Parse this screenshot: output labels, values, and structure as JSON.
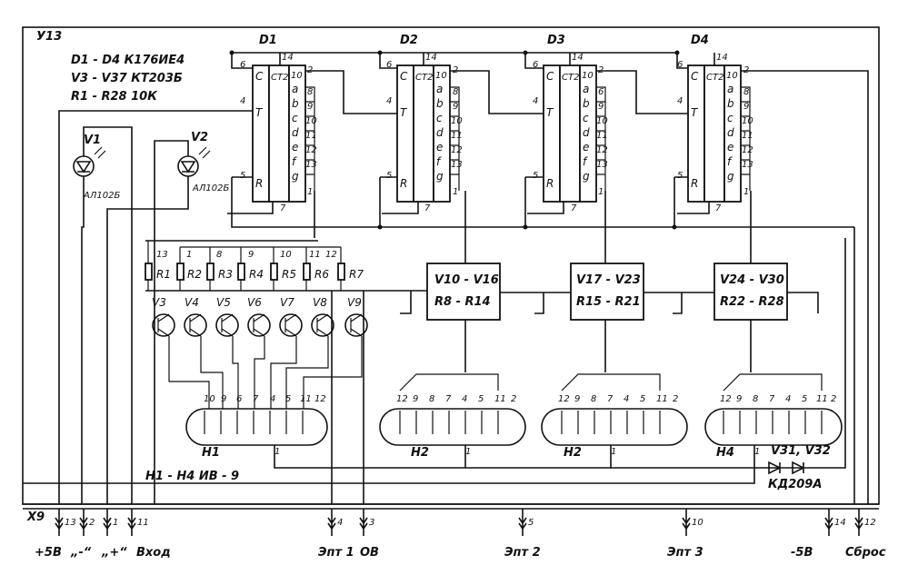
{
  "board": {
    "ref": "У13",
    "connector": "X9"
  },
  "legend": {
    "line1": "D1 - D4   К176ИЕ4",
    "line2": "V3 - V37   КТ203Б",
    "line3": "R1 - R28   10К"
  },
  "counters": [
    {
      "ref": "D1",
      "left_pins": [
        "6",
        "4",
        "5"
      ],
      "left_labels": [
        "C",
        "T",
        "R"
      ],
      "mid": "CT2",
      "top_pins": [
        "14",
        "2"
      ],
      "bottom_pin": "7",
      "out_pins": [
        "10",
        "8",
        "9",
        "10",
        "11",
        "12",
        "13",
        "1"
      ],
      "segs": [
        "a",
        "b",
        "c",
        "d",
        "e",
        "f",
        "g"
      ]
    },
    {
      "ref": "D2",
      "left_pins": [
        "6",
        "4",
        "5"
      ],
      "left_labels": [
        "C",
        "T",
        "R"
      ],
      "mid": "CT2",
      "top_pins": [
        "14",
        "2"
      ],
      "bottom_pin": "7",
      "out_pins": [
        "10",
        "8",
        "9",
        "10",
        "11",
        "12",
        "13",
        "1"
      ],
      "segs": [
        "a",
        "b",
        "c",
        "d",
        "e",
        "f",
        "g"
      ]
    },
    {
      "ref": "D3",
      "left_pins": [
        "6",
        "4",
        "5"
      ],
      "left_labels": [
        "C",
        "T",
        "R"
      ],
      "mid": "CT2",
      "top_pins": [
        "14",
        "2"
      ],
      "bottom_pin": "7",
      "out_pins": [
        "10",
        "6",
        "9",
        "10",
        "11",
        "12",
        "13",
        "1"
      ],
      "segs": [
        "a",
        "b",
        "c",
        "d",
        "e",
        "f",
        "g"
      ]
    },
    {
      "ref": "D4",
      "left_pins": [
        "6",
        "4",
        "5"
      ],
      "left_labels": [
        "C",
        "T",
        "R"
      ],
      "mid": "CT2",
      "top_pins": [
        "14",
        "2"
      ],
      "bottom_pin": "7",
      "out_pins": [
        "10",
        "8",
        "9",
        "10",
        "11",
        "12",
        "13",
        "1"
      ],
      "segs": [
        "a",
        "b",
        "c",
        "d",
        "e",
        "f",
        "g"
      ]
    }
  ],
  "leds": [
    {
      "ref": "V1",
      "type": "АЛ102Б"
    },
    {
      "ref": "V2",
      "type": "АЛ102Б"
    }
  ],
  "resistors": [
    "R1",
    "R2",
    "R3",
    "R4",
    "R5",
    "R6",
    "R7"
  ],
  "resistor_pins": [
    "13",
    "1",
    "8",
    "9",
    "10",
    "11",
    "12"
  ],
  "transistors": [
    "V3",
    "V4",
    "V5",
    "V6",
    "V7",
    "V8",
    "V9"
  ],
  "driver_blocks": [
    {
      "line1": "V10 - V16",
      "line2": "R8 - R14"
    },
    {
      "line1": "V17 - V23",
      "line2": "R15 - R21"
    },
    {
      "line1": "V24 - V30",
      "line2": "R22 - R28"
    }
  ],
  "indicators": [
    {
      "ref": "H1",
      "pins": [
        "10",
        "9",
        "6",
        "7",
        "4",
        "5",
        "11",
        "12"
      ],
      "bottom_pin": "1"
    },
    {
      "ref": "H2",
      "pins": [
        "12",
        "9",
        "8",
        "7",
        "4",
        "5",
        "11",
        "2"
      ],
      "bottom_pin": "1"
    },
    {
      "ref": "H2",
      "pins": [
        "12",
        "9",
        "8",
        "7",
        "4",
        "5",
        "11",
        "2"
      ],
      "bottom_pin": "1"
    },
    {
      "ref": "H4",
      "pins": [
        "12",
        "9",
        "8",
        "7",
        "4",
        "5",
        "11",
        "2"
      ],
      "bottom_pin": "1"
    }
  ],
  "indicator_note": "H1 - H4  ИВ - 9",
  "diodes": {
    "ref": "V31, V32",
    "type": "КД209А"
  },
  "connector_pins": [
    {
      "num": "13",
      "label": "+5В"
    },
    {
      "num": "2",
      "label": "„-“"
    },
    {
      "num": "1",
      "label": "„+“"
    },
    {
      "num": "11",
      "label": "Вход"
    },
    {
      "num": "4",
      "label": "Эпт 1"
    },
    {
      "num": "3",
      "label": "ОВ"
    },
    {
      "num": "5",
      "label": "Эпт 2"
    },
    {
      "num": "10",
      "label": "Эпт 3"
    },
    {
      "num": "14",
      "label": "-5В"
    },
    {
      "num": "12",
      "label": "Сброс"
    }
  ]
}
